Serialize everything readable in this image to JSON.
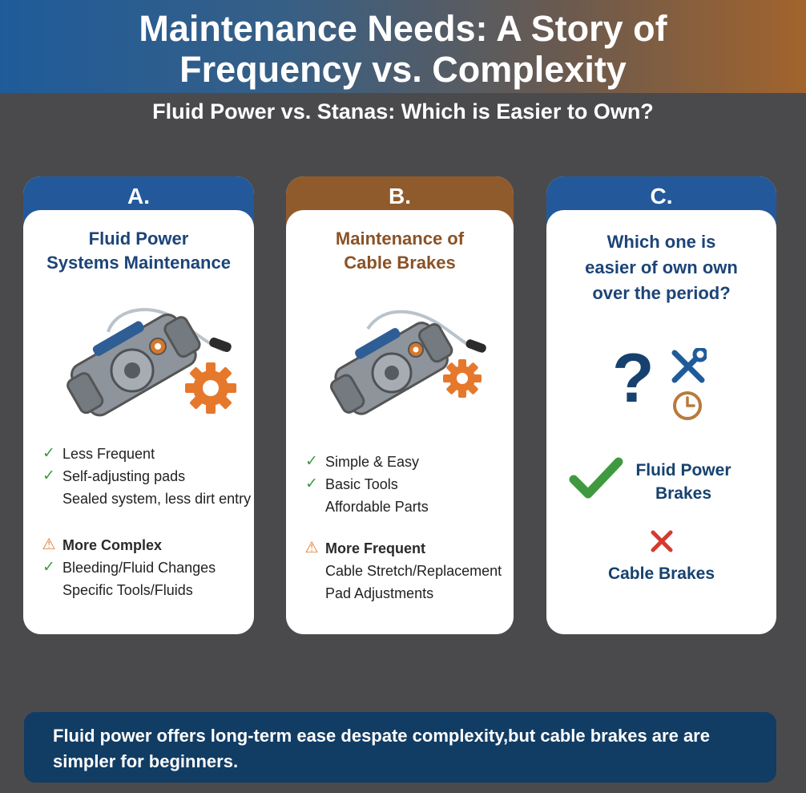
{
  "header": {
    "title_line1": "Maintenance Needs: A Story of",
    "title_line2": "Frequency vs. Complexity",
    "subtitle": "Fluid Power vs. Stanas: Which is Easier to Own?"
  },
  "cards": {
    "a": {
      "tab": "A.",
      "title_line1": "Fluid Power",
      "title_line2": "Systems Maintenance",
      "icon": "brake-caliper-with-gear-icon",
      "pros": [
        "Less Frequent",
        "Self-adjusting pads",
        "Sealed system, less dirt entry"
      ],
      "cons_heading": "More Complex",
      "cons": [
        "Bleeding/Fluid Changes",
        "Specific Tools/Fluids"
      ]
    },
    "b": {
      "tab": "B.",
      "title_line1": "Maintenance of",
      "title_line2": "Cable Brakes",
      "icon": "brake-caliper-with-gear-icon",
      "pros": [
        "Simple & Easy",
        "Basic Tools",
        "Affordable Parts"
      ],
      "cons_heading": "More Frequent",
      "cons": [
        "Cable Stretch/Replacement",
        "Pad Adjustments"
      ]
    },
    "c": {
      "tab": "C.",
      "question_line1": "Which one is",
      "question_line2": "easier of own own",
      "question_line3": "over the period?",
      "icons": [
        "question-mark-icon",
        "wrench-screwdriver-icon",
        "clock-icon"
      ],
      "winner_line1": "Fluid Power",
      "winner_line2": "Brakes",
      "loser": "Cable Brakes"
    }
  },
  "footer": {
    "text": "Fluid power offers long-term ease despate complexity,but cable brakes are are simpler for beginners."
  },
  "colors": {
    "background": "#4a4a4c",
    "blue_accent": "#23599a",
    "brown_accent": "#8f5b2c",
    "check_green": "#3f9a3f",
    "warn_orange": "#e07a2c",
    "cross_red": "#d63a2e",
    "footer_bg": "#113c64"
  }
}
